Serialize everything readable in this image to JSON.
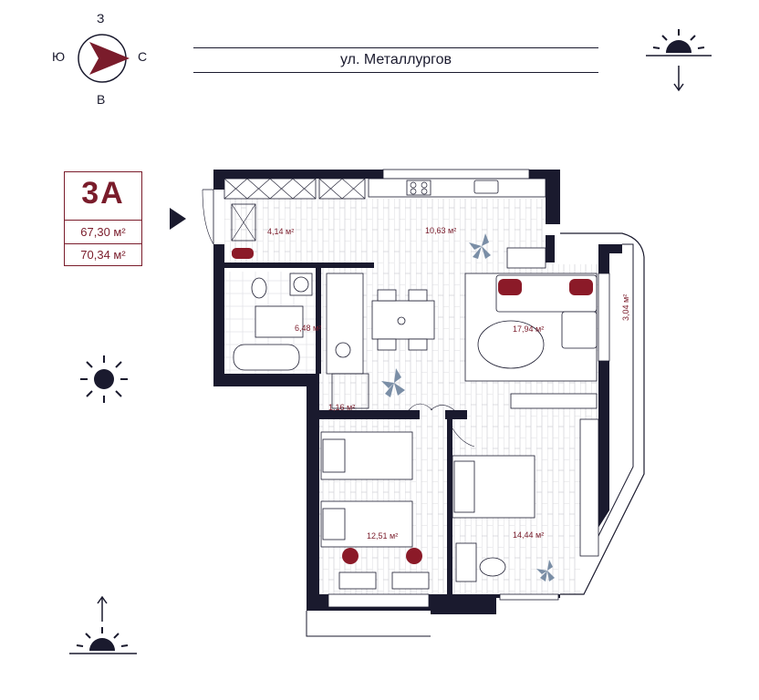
{
  "compass": {
    "north": "С",
    "south": "Ю",
    "west": "З",
    "east": "В"
  },
  "street": "ул. Металлургов",
  "unit": {
    "code": "3А",
    "area_total": "67,30 м²",
    "area_with_balcony": "70,34 м²"
  },
  "rooms": {
    "hall": "4,14 м²",
    "kitchen": "10,63 м²",
    "living": "17,94 м²",
    "bathroom": "6,48 м²",
    "storage": "1,16 м²",
    "bedroom_left": "12,51 м²",
    "bedroom_right": "14,44 м²",
    "balcony": "3,04 м²"
  },
  "colors": {
    "wall": "#1a1a2e",
    "accent": "#7a1c2b",
    "floor_line": "#cfcfd6"
  },
  "icons": [
    "compass-icon",
    "sun-icon",
    "sunrise-icon",
    "sunset-icon",
    "entrance-arrow-icon",
    "plant-icon"
  ]
}
